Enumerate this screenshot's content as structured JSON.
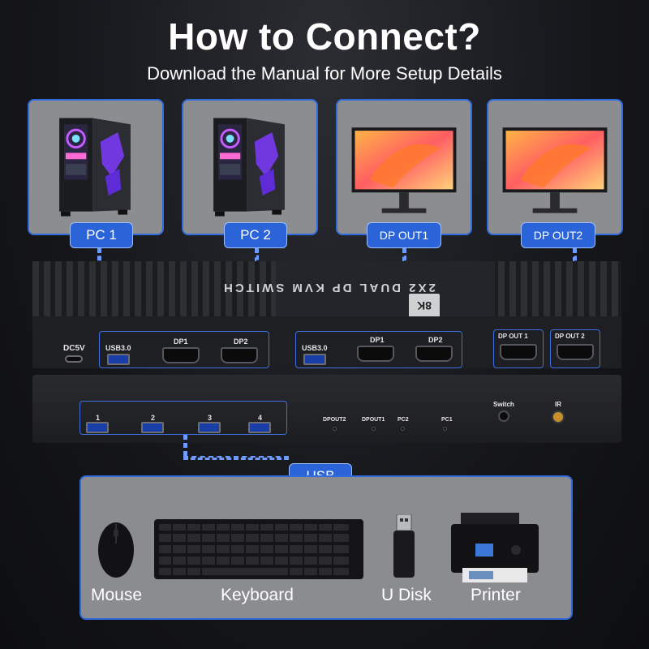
{
  "header": {
    "title": "How to Connect?",
    "subtitle": "Download the Manual for More Setup Details"
  },
  "cards": [
    {
      "label": "PC 1",
      "icon": "pc-tower-icon"
    },
    {
      "label": "PC 2",
      "icon": "pc-tower-icon"
    },
    {
      "label": "DP OUT1",
      "icon": "monitor-icon"
    },
    {
      "label": "DP OUT2",
      "icon": "monitor-icon"
    }
  ],
  "device": {
    "name": "2X2 DUAL DP KVM SWITCH",
    "badge": "8K",
    "rear": {
      "power": "DC5V",
      "pc1_usb": "USB3.0",
      "pc1_dp1": "DP1",
      "pc1_dp2": "DP2",
      "pc2_usb": "USB3.0",
      "pc2_dp1": "DP1",
      "pc2_dp2": "DP2",
      "out1": "DP OUT 1",
      "out2": "DP OUT 2"
    },
    "front": {
      "usb_ports": [
        "1",
        "2",
        "3",
        "4"
      ],
      "leds": [
        "DPOUT2",
        "DPOUT1",
        "PC2",
        "PC1"
      ],
      "switch_label": "Switch",
      "ir_label": "IR"
    }
  },
  "usb_tag": "USB",
  "peripherals": [
    {
      "label": "Mouse",
      "icon": "mouse-icon"
    },
    {
      "label": "Keyboard",
      "icon": "keyboard-icon"
    },
    {
      "label": "U Disk",
      "icon": "usb-drive-icon"
    },
    {
      "label": "Printer",
      "icon": "printer-icon"
    }
  ],
  "colors": {
    "accent": "#2b63d9",
    "background": "#15161a",
    "card": "#8a8b8e"
  }
}
